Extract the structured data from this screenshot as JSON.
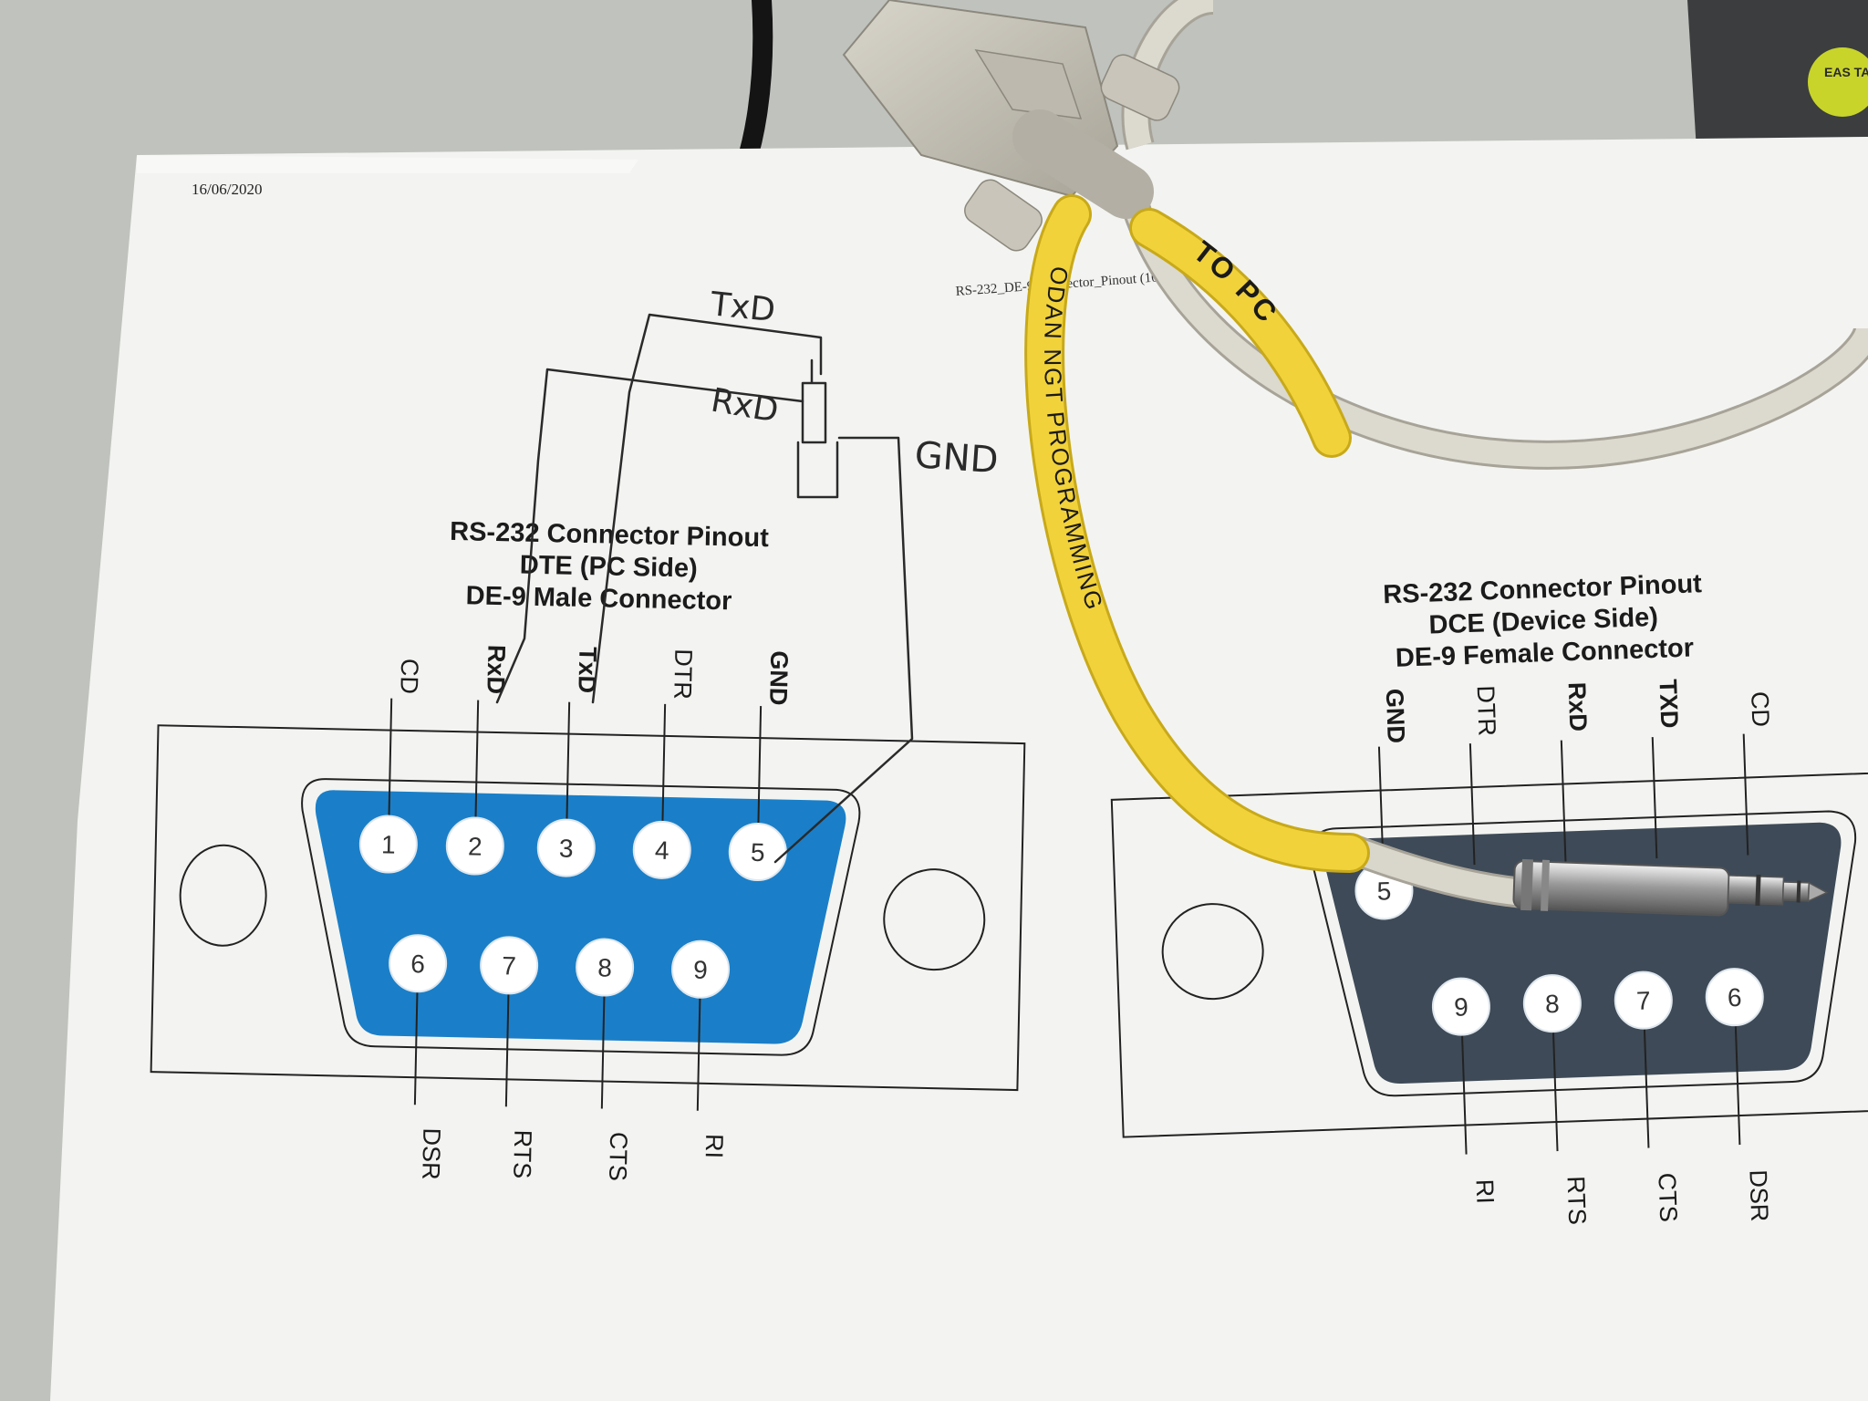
{
  "header": {
    "date": "16/06/2020",
    "file_caption": "RS-232_DE-9 Connector_Pinout (1010×358)"
  },
  "handwritten": {
    "txd": "TxD",
    "rxd": "RxD",
    "gnd": "GND"
  },
  "dte_diagram": {
    "title_line1": "RS-232 Connector Pinout",
    "title_line2": "DTE (PC Side)",
    "title_line3": "DE-9 Male Connector",
    "top_labels": [
      "CD",
      "RxD",
      "TxD",
      "DTR",
      "GND"
    ],
    "bottom_labels": [
      "DSR",
      "RTS",
      "CTS",
      "RI"
    ],
    "top_pins": [
      "1",
      "2",
      "3",
      "4",
      "5"
    ],
    "bottom_pins": [
      "6",
      "7",
      "8",
      "9"
    ],
    "shell_color": "#1a7fc8"
  },
  "dce_diagram": {
    "title_line1": "RS-232 Connector Pinout",
    "title_line2": "DCE (Device Side)",
    "title_line3": "DE-9 Female Connector",
    "top_labels": [
      "GND",
      "DTR",
      "RxD",
      "TXD",
      "CD"
    ],
    "bottom_labels": [
      "RI",
      "RTS",
      "CTS",
      "DSR"
    ],
    "top_pins": [
      "5"
    ],
    "bottom_pins": [
      "9",
      "8",
      "7",
      "6"
    ],
    "shell_color": "#3e4a57"
  },
  "cable": {
    "label_to_pc": "TO PC",
    "label_programming": "ODAN NGT PROGRAMMING",
    "sleeve_color": "#f2d23a",
    "wire_color": "#d9d6cc"
  },
  "corner_sticker": "EAS TALK"
}
